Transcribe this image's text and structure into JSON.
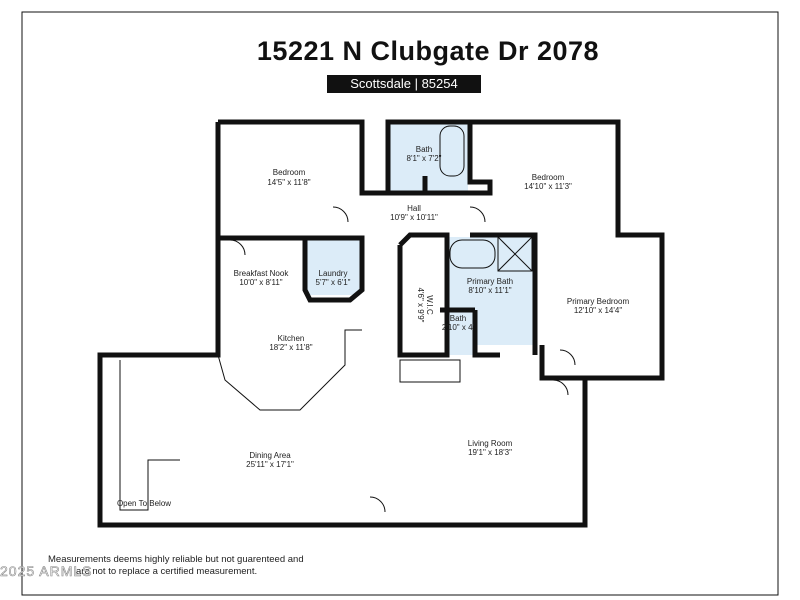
{
  "header": {
    "title": "15221 N Clubgate Dr 2078",
    "subtitle": "Scottsdale | 85254"
  },
  "rooms": [
    {
      "name": "Bedroom",
      "size": "14'5\" x 11'8\""
    },
    {
      "name": "Bath",
      "size": "8'1\" x 7'2\""
    },
    {
      "name": "Bedroom",
      "size": "14'10\" x 11'3\""
    },
    {
      "name": "Hall",
      "size": "10'9\" x 10'11\""
    },
    {
      "name": "Breakfast Nook",
      "size": "10'0\" x 8'11\""
    },
    {
      "name": "Laundry",
      "size": "5'7\" x 6'1\""
    },
    {
      "name": "Primary Bath",
      "size": "8'10\" x 11'1\""
    },
    {
      "name": "Primary Bedroom",
      "size": "12'10\" x 14'4\""
    },
    {
      "name": "W.I.C",
      "size": "4'6\" x 9'9\""
    },
    {
      "name": "Bath",
      "size": "2'10\" x 4'"
    },
    {
      "name": "Kitchen",
      "size": "18'2\" x 11'8\""
    },
    {
      "name": "Dining Area",
      "size": "25'11\" x 17'1\""
    },
    {
      "name": "Living Room",
      "size": "19'1\" x 18'3\""
    },
    {
      "name": "Open To Below",
      "size": ""
    }
  ],
  "footer": {
    "disclaimer_line1": "Measurements deems highly reliable but not guarenteed and",
    "disclaimer_line2": "are not to replace a certified measurement.",
    "watermark": "2025 ARMLS"
  },
  "colors": {
    "wall": "#111111",
    "wet_area": "#dcecf8"
  }
}
